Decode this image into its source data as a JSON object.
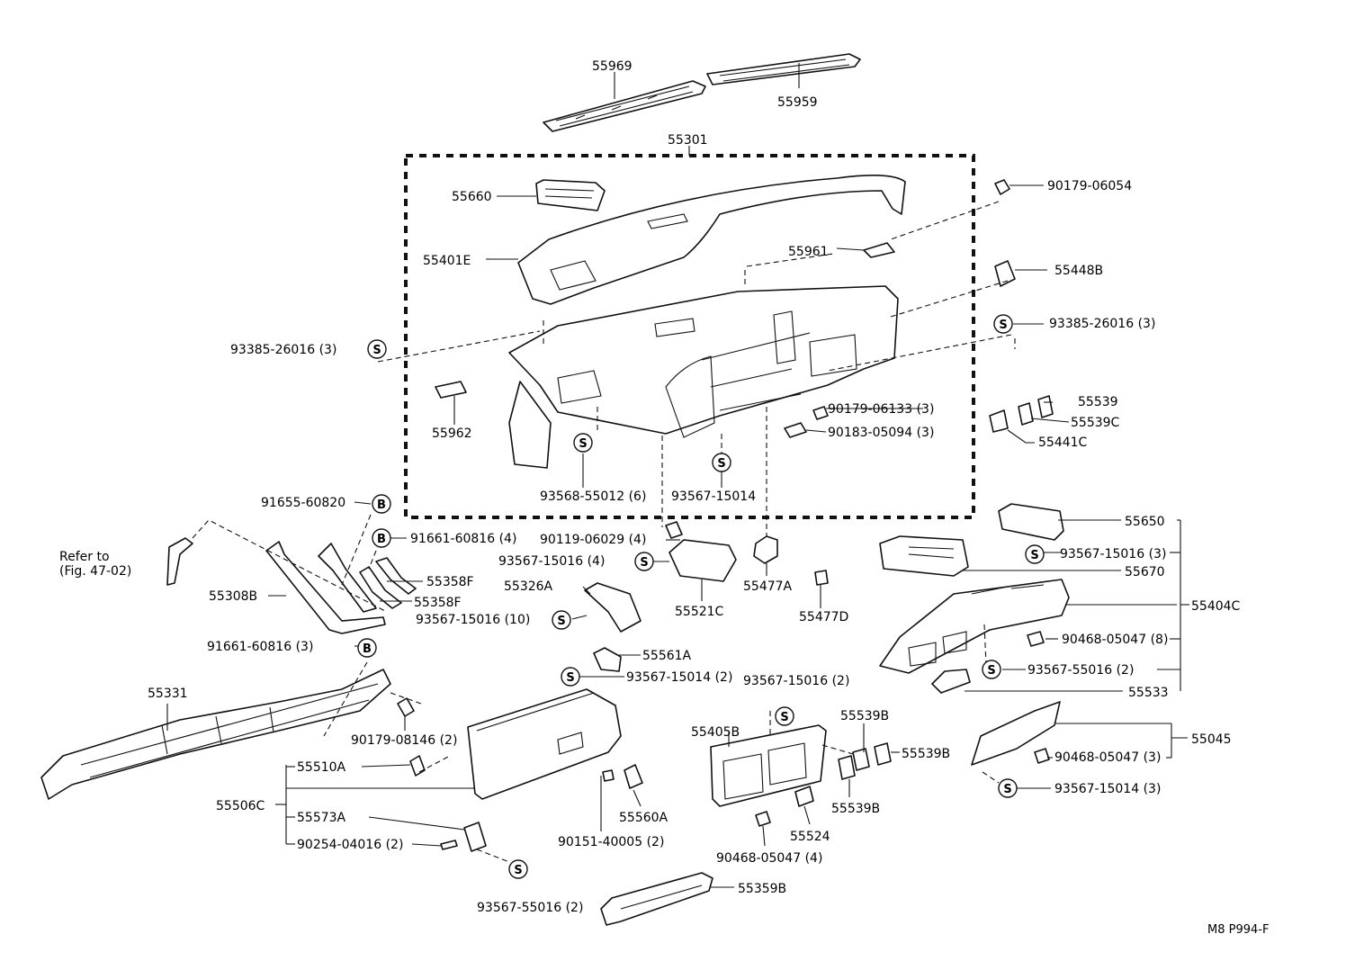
{
  "parts": [
    {
      "id": "p-55969",
      "text": "55969"
    },
    {
      "id": "p-55959",
      "text": "55959"
    },
    {
      "id": "p-55301",
      "text": "55301"
    },
    {
      "id": "p-55660",
      "text": "55660"
    },
    {
      "id": "p-90179-06054",
      "text": "90179-06054"
    },
    {
      "id": "p-55961",
      "text": "55961"
    },
    {
      "id": "p-55401e",
      "text": "55401E"
    },
    {
      "id": "p-55448b",
      "text": "55448B"
    },
    {
      "id": "p-93385-r",
      "text": "93385-26016 (3)"
    },
    {
      "id": "p-93385-l",
      "text": "93385-26016 (3)"
    },
    {
      "id": "p-55539",
      "text": "55539"
    },
    {
      "id": "p-90179-06133",
      "text": "90179-06133 (3)"
    },
    {
      "id": "p-55539c",
      "text": "55539C"
    },
    {
      "id": "p-90183-05094",
      "text": "90183-05094 (3)"
    },
    {
      "id": "p-55441c",
      "text": "55441C"
    },
    {
      "id": "p-55962",
      "text": "55962"
    },
    {
      "id": "p-93568-55012",
      "text": "93568-55012 (6)"
    },
    {
      "id": "p-93567-15014-a",
      "text": "93567-15014"
    },
    {
      "id": "p-91655-60820",
      "text": "91655-60820"
    },
    {
      "id": "p-55650",
      "text": "55650"
    },
    {
      "id": "p-90119-06029",
      "text": "90119-06029 (4)"
    },
    {
      "id": "p-91661-60816-4",
      "text": "91661-60816 (4)"
    },
    {
      "id": "p-93567-15016-3",
      "text": "93567-15016 (3)"
    },
    {
      "id": "p-refer1",
      "text": "Refer to"
    },
    {
      "id": "p-refer2",
      "text": "(Fig. 47-02)"
    },
    {
      "id": "p-93567-15016-4",
      "text": "93567-15016 (4)"
    },
    {
      "id": "p-55358f-a",
      "text": "55358F"
    },
    {
      "id": "p-55670",
      "text": "55670"
    },
    {
      "id": "p-55326a",
      "text": "55326A"
    },
    {
      "id": "p-55308b",
      "text": "55308B"
    },
    {
      "id": "p-55358f-b",
      "text": "55358F"
    },
    {
      "id": "p-55477a",
      "text": "55477A"
    },
    {
      "id": "p-55404c",
      "text": "55404C"
    },
    {
      "id": "p-55521c",
      "text": "55521C"
    },
    {
      "id": "p-93567-15016-10",
      "text": "93567-15016 (10)"
    },
    {
      "id": "p-55477d",
      "text": "55477D"
    },
    {
      "id": "p-91661-60816-3",
      "text": "91661-60816 (3)"
    },
    {
      "id": "p-90468-05047-8",
      "text": "90468-05047 (8)"
    },
    {
      "id": "p-55561a",
      "text": "55561A"
    },
    {
      "id": "p-93567-55016-r",
      "text": "93567-55016 (2)"
    },
    {
      "id": "p-93567-15014-2",
      "text": "93567-15014 (2)"
    },
    {
      "id": "p-93567-15016-2",
      "text": "93567-15016 (2)"
    },
    {
      "id": "p-55331",
      "text": "55331"
    },
    {
      "id": "p-55533",
      "text": "55533"
    },
    {
      "id": "p-55539b-1",
      "text": "55539B"
    },
    {
      "id": "p-55405b",
      "text": "55405B"
    },
    {
      "id": "p-55045",
      "text": "55045"
    },
    {
      "id": "p-90179-08146",
      "text": "90179-08146 (2)"
    },
    {
      "id": "p-55539b-2",
      "text": "55539B"
    },
    {
      "id": "p-90468-05047-3",
      "text": "90468-05047 (3)"
    },
    {
      "id": "p-55510a",
      "text": "55510A"
    },
    {
      "id": "p-93567-15014-3",
      "text": "93567-15014 (3)"
    },
    {
      "id": "p-55506c",
      "text": "55506C"
    },
    {
      "id": "p-55539b-3",
      "text": "55539B"
    },
    {
      "id": "p-55560a",
      "text": "55560A"
    },
    {
      "id": "p-55573a",
      "text": "55573A"
    },
    {
      "id": "p-55524",
      "text": "55524"
    },
    {
      "id": "p-90254-04016",
      "text": "90254-04016 (2)"
    },
    {
      "id": "p-90151-40005",
      "text": "90151-40005 (2)"
    },
    {
      "id": "p-90468-05047-4",
      "text": "90468-05047 (4)"
    },
    {
      "id": "p-55359b",
      "text": "55359B"
    },
    {
      "id": "p-93567-55016-b",
      "text": "93567-55016 (2)"
    },
    {
      "id": "p-ref-code",
      "text": "M8 P994-F"
    }
  ],
  "symbols": {
    "screw": "S",
    "bolt": "B"
  }
}
